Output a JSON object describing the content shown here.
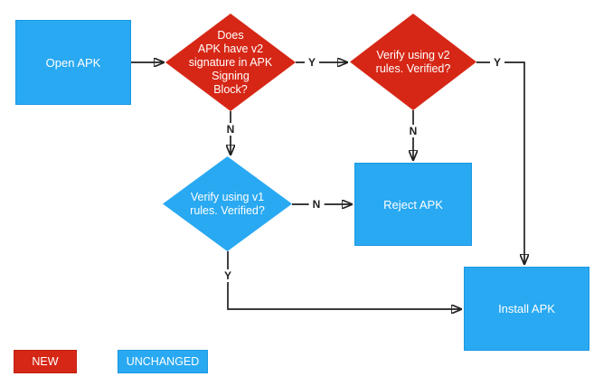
{
  "nodes": {
    "open_apk": {
      "label": "Open APK"
    },
    "v2_check": {
      "label": "Does\nAPK have v2\nsignature in APK\nSigning\nBlock?"
    },
    "v2_verify": {
      "label": "Verify using v2\nrules. Verified?"
    },
    "v1_verify": {
      "label": "Verify using v1\nrules. Verified?"
    },
    "reject_apk": {
      "label": "Reject APK"
    },
    "install_apk": {
      "label": "Install APK"
    }
  },
  "edge_labels": {
    "v2_check_yes": "Y",
    "v2_check_no": "N",
    "v2_verify_yes": "Y",
    "v2_verify_no": "N",
    "v1_verify_no": "N",
    "v1_verify_yes": "Y"
  },
  "legend": {
    "new_label": "NEW",
    "unchanged_label": "UNCHANGED"
  },
  "colors": {
    "new": "#d62716",
    "unchanged": "#29a9f2",
    "connector": "#212121",
    "node_text": "#ffffff"
  }
}
